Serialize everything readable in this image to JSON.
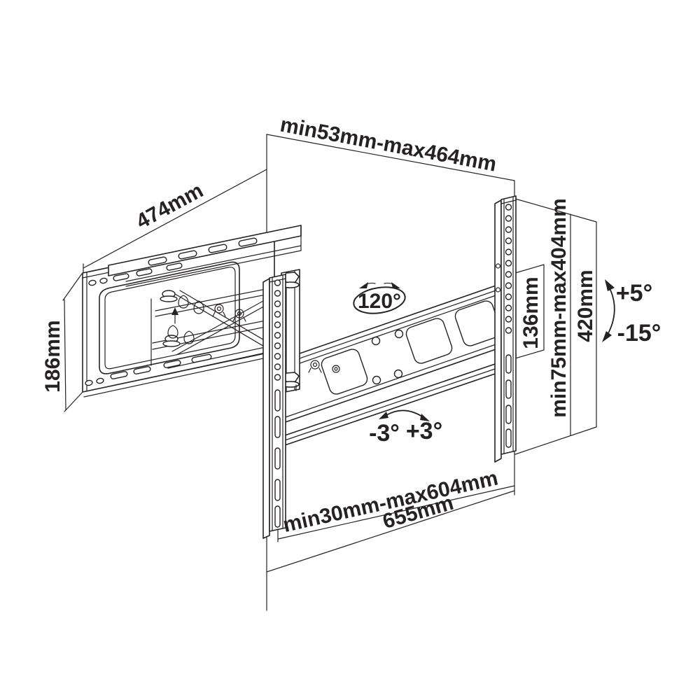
{
  "diagram": {
    "title": "articulating-tv-wall-mount-dimension-drawing",
    "dimensions": {
      "top_span": "min53mm-max464mm",
      "wall_plate_width": "474mm",
      "wall_plate_height": "186mm",
      "rail_section": "136mm",
      "vesa_vertical_range": "min75mm-max404mm",
      "bracket_height": "420mm",
      "bottom_span": "min30mm-max604mm",
      "bracket_width": "655mm"
    },
    "angles": {
      "swivel": "120°",
      "tilt_up": "+5°",
      "tilt_down": "-15°",
      "level_left": "-3°",
      "level_right": "+3°"
    }
  }
}
